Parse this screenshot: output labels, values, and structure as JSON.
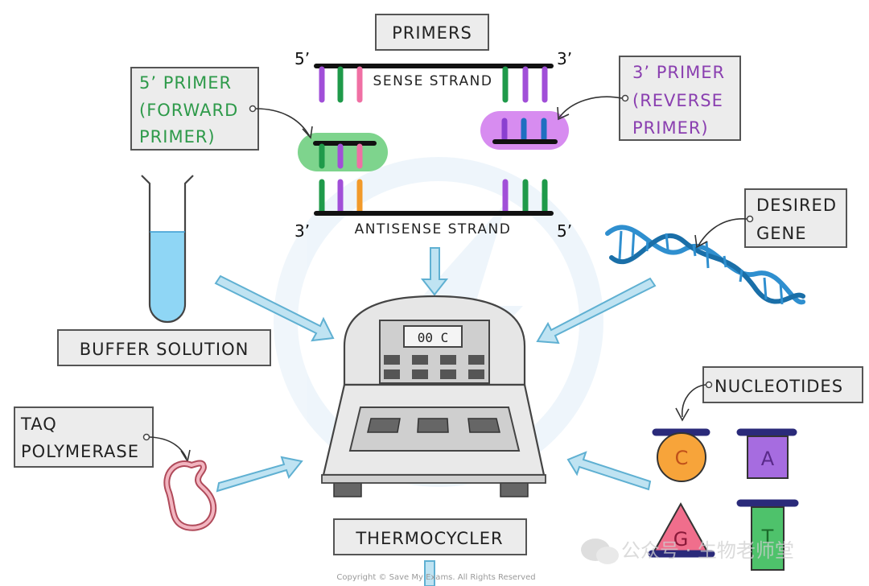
{
  "labels": {
    "primers": "PRIMERS",
    "sense_strand": "SENSE STRAND",
    "antisense_strand": "ANTISENSE STRAND",
    "five_prime_primer": [
      "5’ PRIMER",
      "(FORWARD",
      "PRIMER)"
    ],
    "three_prime_primer": [
      "3’ PRIMER",
      "(REVERSE",
      "PRIMER)"
    ],
    "desired_gene": [
      "DESIRED",
      "GENE"
    ],
    "buffer_solution": "BUFFER SOLUTION",
    "taq_polymerase": [
      "TAQ",
      "POLYMERASE"
    ],
    "nucleotides": "NUCLEOTIDES",
    "thermocycler": "THERMOCYCLER",
    "display_readout": "00 C"
  },
  "strand_ends": {
    "sense_left": "5’",
    "sense_right": "3’",
    "antisense_left": "3’",
    "antisense_right": "5’"
  },
  "nucleotides": [
    {
      "letter": "C",
      "shape": "circle",
      "color": "#f7a43a"
    },
    {
      "letter": "A",
      "shape": "square",
      "color": "#a66ce0"
    },
    {
      "letter": "G",
      "shape": "triangle",
      "color": "#f06e8c"
    },
    {
      "letter": "T",
      "shape": "rectangle",
      "color": "#4ec26b"
    }
  ],
  "colors": {
    "forward_primer_bg": "#7ed48d",
    "reverse_primer_bg": "#d78cf0",
    "forward_label_text": "#2e9a4a",
    "reverse_label_text": "#8a3fb0",
    "arrow_fill": "#bfe3f2",
    "arrow_stroke": "#5fb0d2",
    "buffer_liquid": "#8fd6f5",
    "taq_color": "#f2a3b2",
    "dna_blue": "#2f8fcf"
  },
  "footer": {
    "copyright": "Copyright © Save My Exams. All Rights Reserved",
    "watermark": "公众号 · 生物老师堂"
  }
}
